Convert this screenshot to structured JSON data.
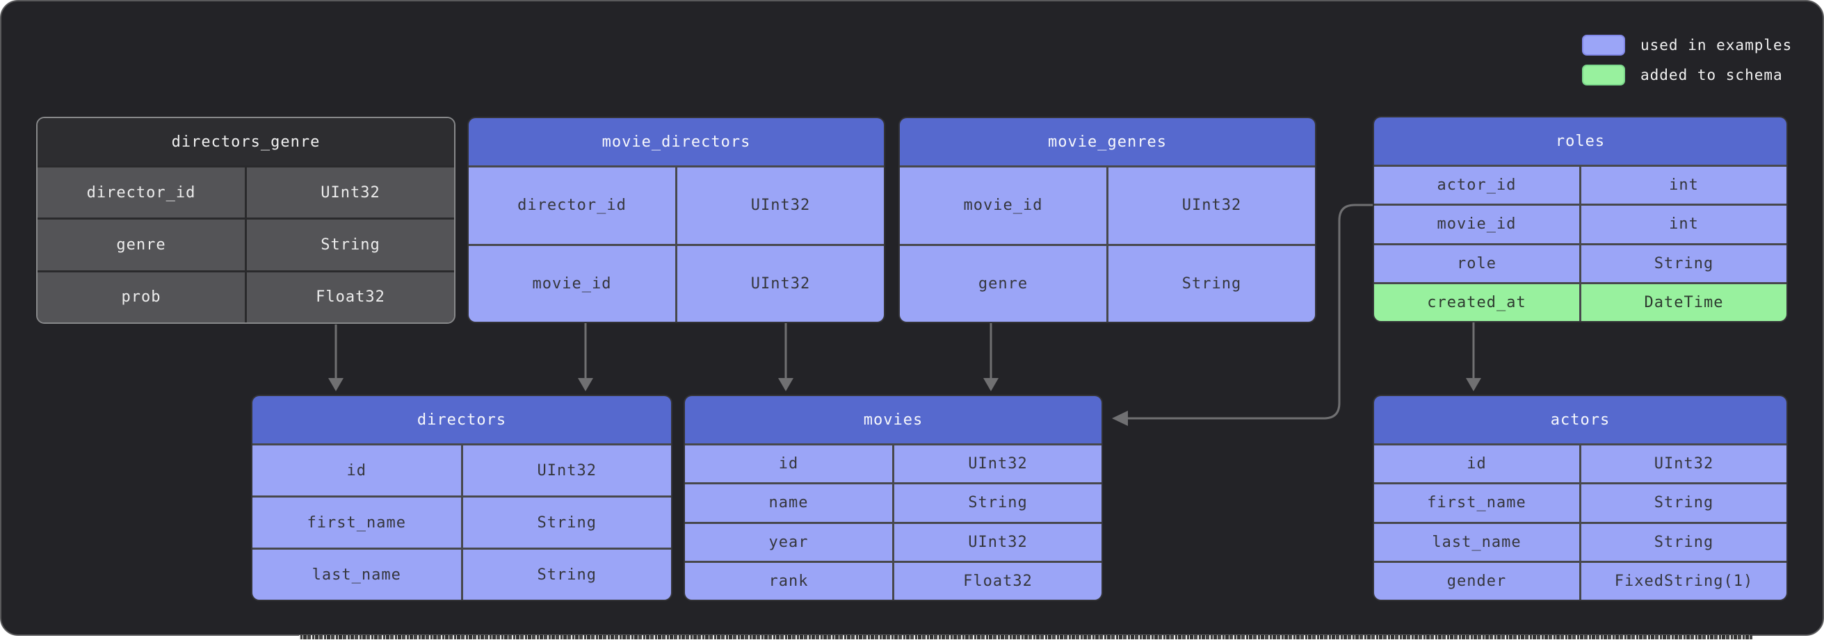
{
  "legend": {
    "items": [
      {
        "label": "used in examples",
        "swatch": "purple"
      },
      {
        "label": "added to schema",
        "swatch": "green"
      }
    ]
  },
  "colors": {
    "page_background": "#ffffff",
    "panel_background": "#232327",
    "used_in_examples": "#9ba5f7",
    "added_to_schema": "#98f19e",
    "table_header_accent": "#5669ce",
    "neutral_table_row": "#545457",
    "arrow": "#707072"
  },
  "tables": {
    "directors_genre": {
      "title": "directors_genre",
      "style": "gray",
      "rows": [
        {
          "field": "director_id",
          "type": "UInt32"
        },
        {
          "field": "genre",
          "type": "String"
        },
        {
          "field": "prob",
          "type": "Float32"
        }
      ]
    },
    "movie_directors": {
      "title": "movie_directors",
      "style": "purple",
      "rows": [
        {
          "field": "director_id",
          "type": "UInt32"
        },
        {
          "field": "movie_id",
          "type": "UInt32"
        }
      ]
    },
    "movie_genres": {
      "title": "movie_genres",
      "style": "purple",
      "rows": [
        {
          "field": "movie_id",
          "type": "UInt32"
        },
        {
          "field": "genre",
          "type": "String"
        }
      ]
    },
    "roles": {
      "title": "roles",
      "style": "purple",
      "rows": [
        {
          "field": "actor_id",
          "type": "int"
        },
        {
          "field": "movie_id",
          "type": "int"
        },
        {
          "field": "role",
          "type": "String"
        },
        {
          "field": "created_at",
          "type": "DateTime",
          "highlight": "added_to_schema"
        }
      ]
    },
    "directors": {
      "title": "directors",
      "style": "purple",
      "rows": [
        {
          "field": "id",
          "type": "UInt32"
        },
        {
          "field": "first_name",
          "type": "String"
        },
        {
          "field": "last_name",
          "type": "String"
        }
      ]
    },
    "movies": {
      "title": "movies",
      "style": "purple",
      "rows": [
        {
          "field": "id",
          "type": "UInt32"
        },
        {
          "field": "name",
          "type": "String"
        },
        {
          "field": "year",
          "type": "UInt32"
        },
        {
          "field": "rank",
          "type": "Float32"
        }
      ]
    },
    "actors": {
      "title": "actors",
      "style": "purple",
      "rows": [
        {
          "field": "id",
          "type": "UInt32"
        },
        {
          "field": "first_name",
          "type": "String"
        },
        {
          "field": "last_name",
          "type": "String"
        },
        {
          "field": "gender",
          "type": "FixedString(1)"
        }
      ]
    }
  },
  "relations": [
    {
      "from": "directors_genre",
      "to": "directors"
    },
    {
      "from": "movie_directors.director_id",
      "to": "directors"
    },
    {
      "from": "movie_directors.movie_id",
      "to": "movies"
    },
    {
      "from": "movie_genres",
      "to": "movies"
    },
    {
      "from": "roles",
      "to": "movies"
    },
    {
      "from": "roles.created_at",
      "to": "actors"
    }
  ]
}
